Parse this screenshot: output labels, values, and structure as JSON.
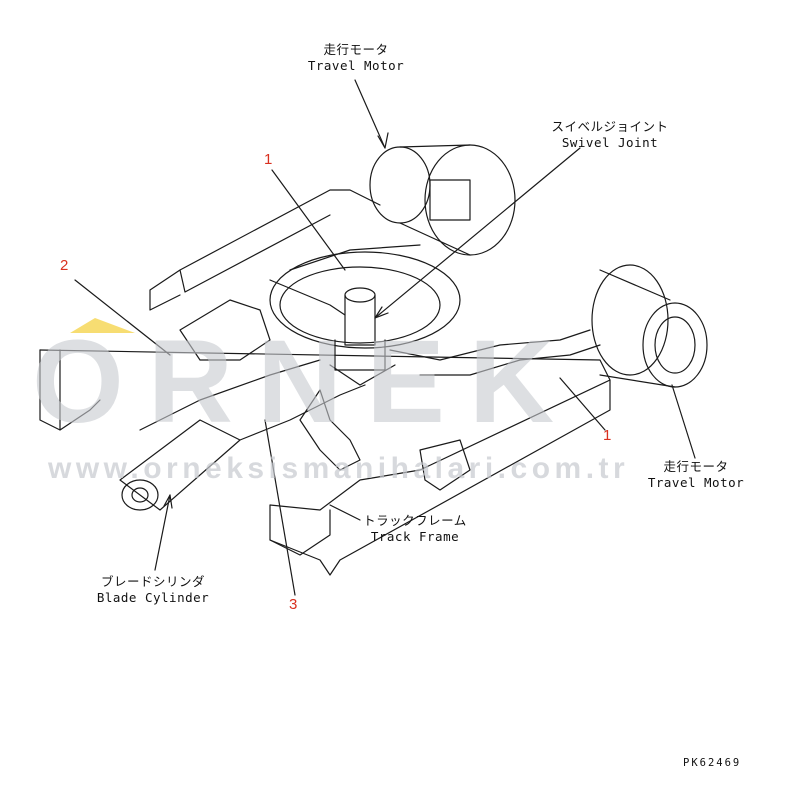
{
  "labels": {
    "travel_motor_top": {
      "jp": "走行モータ",
      "en": "Travel Motor"
    },
    "swivel_joint": {
      "jp": "スイベルジョイント",
      "en": "Swivel Joint"
    },
    "travel_motor_right": {
      "jp": "走行モータ",
      "en": "Travel Motor"
    },
    "track_frame": {
      "jp": "トラックフレーム",
      "en": "Track Frame"
    },
    "blade_cylinder": {
      "jp": "ブレードシリンダ",
      "en": "Blade Cylinder"
    }
  },
  "callouts": {
    "c1_top": "1",
    "c1_right": "1",
    "c2": "2",
    "c3": "3"
  },
  "part_code": "PK62469",
  "watermark": {
    "brand": "ORNEK",
    "url": "www.orneksismanihalari.com.tr"
  },
  "colors": {
    "line": "#1a1a1a",
    "callout": "#d9301f",
    "watermark": "#cfd2d6",
    "watermark_accent": "#f2c300"
  }
}
